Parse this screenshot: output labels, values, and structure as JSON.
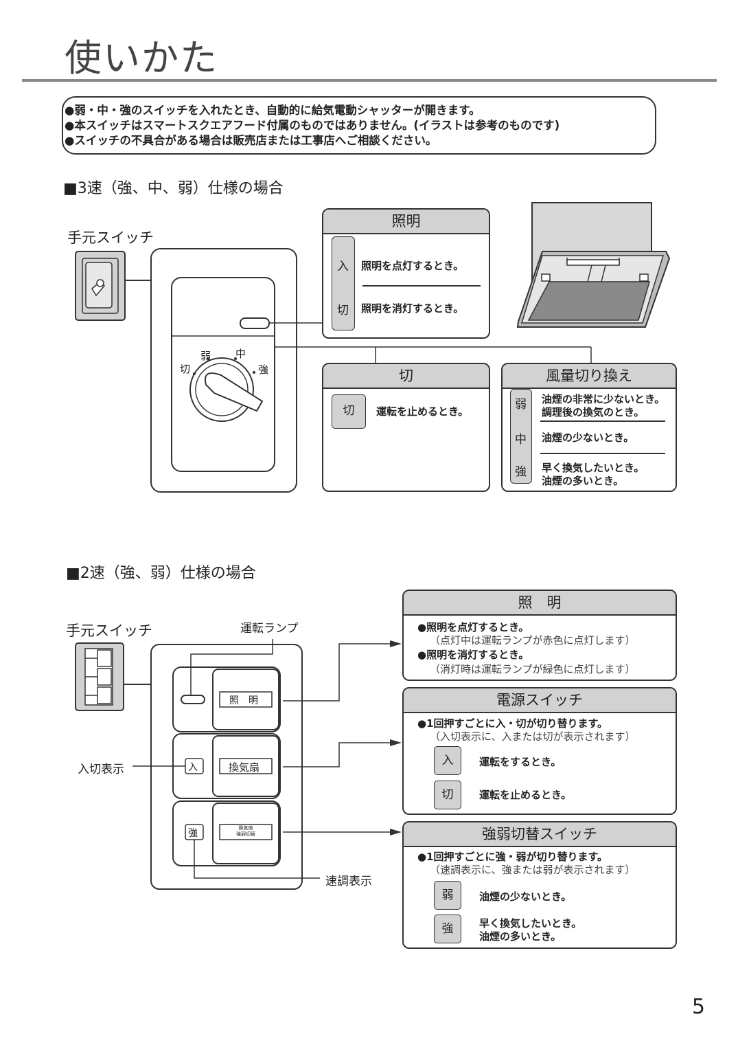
{
  "title": "使いかた",
  "notes": [
    "●弱・中・強のスイッチを入れたとき、自動的に給気電動シャッターが開きます。",
    "●本スイッチはスマートスクエアフード付属のものではありません。(イラストは参考のものです)",
    "●スイッチの不具合がある場合は販売店または工事店へご相談ください。"
  ],
  "section3": {
    "heading": "■3速（強、中、弱）仕様の場合",
    "hand_switch": "手元スイッチ",
    "dial_labels": {
      "off": "切",
      "weak": "弱",
      "mid": "中",
      "strong": "強"
    },
    "lighting": {
      "title": "照明",
      "on_key": "入",
      "on_text": "照明を点灯するとき。",
      "off_key": "切",
      "off_text": "照明を消灯するとき。"
    },
    "stop": {
      "title": "切",
      "key": "切",
      "text": "運転を止めるとき。"
    },
    "airflow": {
      "title": "風量切り換え",
      "weak_key": "弱",
      "weak_text1": "油煙の非常に少ないとき。",
      "weak_text2": "調理後の換気のとき。",
      "mid_key": "中",
      "mid_text": "油煙の少ないとき。",
      "strong_key": "強",
      "strong_text1": "早く換気したいとき。",
      "strong_text2": "油煙の多いとき。"
    }
  },
  "section2": {
    "heading": "■2速（強、弱）仕様の場合",
    "hand_switch": "手元スイッチ",
    "run_lamp": "運転ランプ",
    "onoff_display": "入切表示",
    "speed_display": "速調表示",
    "panel_buttons": {
      "light": "照　明",
      "fan": "換気扇",
      "fan_small1": "換気扇",
      "fan_small2": "強弱切替"
    },
    "indicator_on": "入",
    "indicator_strong": "強",
    "lighting": {
      "title": "照　明",
      "l1": "●照明を点灯するとき。",
      "l2": "（点灯中は運転ランプが赤色に点灯します）",
      "l3": "●照明を消灯するとき。",
      "l4": "（消灯時は運転ランプが緑色に点灯します）"
    },
    "power": {
      "title": "電源スイッチ",
      "l1": "●1回押すごとに入・切が切り替ります。",
      "l2": "（入切表示に、入または切が表示されます）",
      "on_key": "入",
      "on_text": "運転をするとき。",
      "off_key": "切",
      "off_text": "運転を止めるとき。"
    },
    "speed": {
      "title": "強弱切替スイッチ",
      "l1": "●1回押すごとに強・弱が切り替ります。",
      "l2": "（速調表示に、強または弱が表示されます）",
      "weak_key": "弱",
      "weak_text": "油煙の少ないとき。",
      "strong_key": "強",
      "strong_text1": "早く換気したいとき。",
      "strong_text2": "油煙の多いとき。"
    }
  },
  "page_number": "5"
}
